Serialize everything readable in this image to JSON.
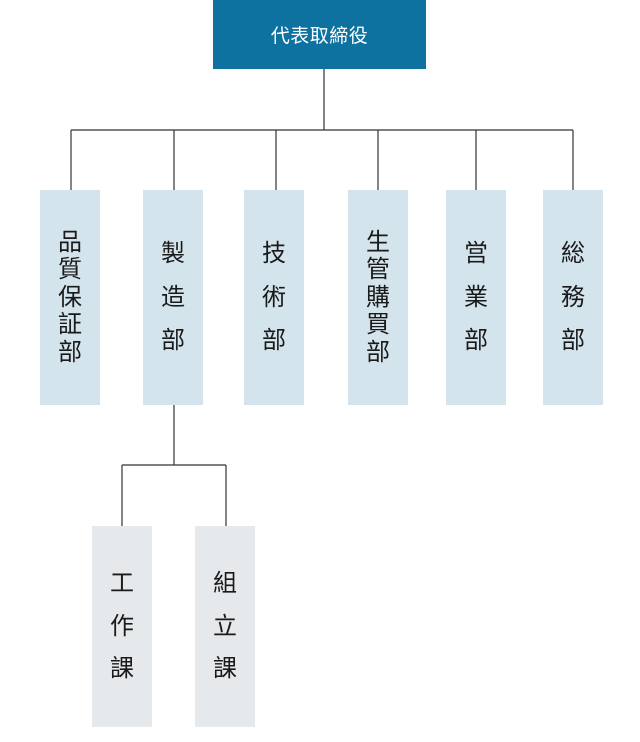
{
  "top": {
    "label": "代表取締役"
  },
  "departments": [
    {
      "label": "品質保証部"
    },
    {
      "label": "製造部"
    },
    {
      "label": "技術部"
    },
    {
      "label": "生管購買部"
    },
    {
      "label": "営業部"
    },
    {
      "label": "総務部"
    }
  ],
  "sections": [
    {
      "label": "工作課"
    },
    {
      "label": "組立課"
    }
  ],
  "colors": {
    "top_fill": "#0e72a1",
    "dept_fill": "#d4e4ec",
    "section_fill": "#e6e9eb",
    "line": "#333333"
  }
}
